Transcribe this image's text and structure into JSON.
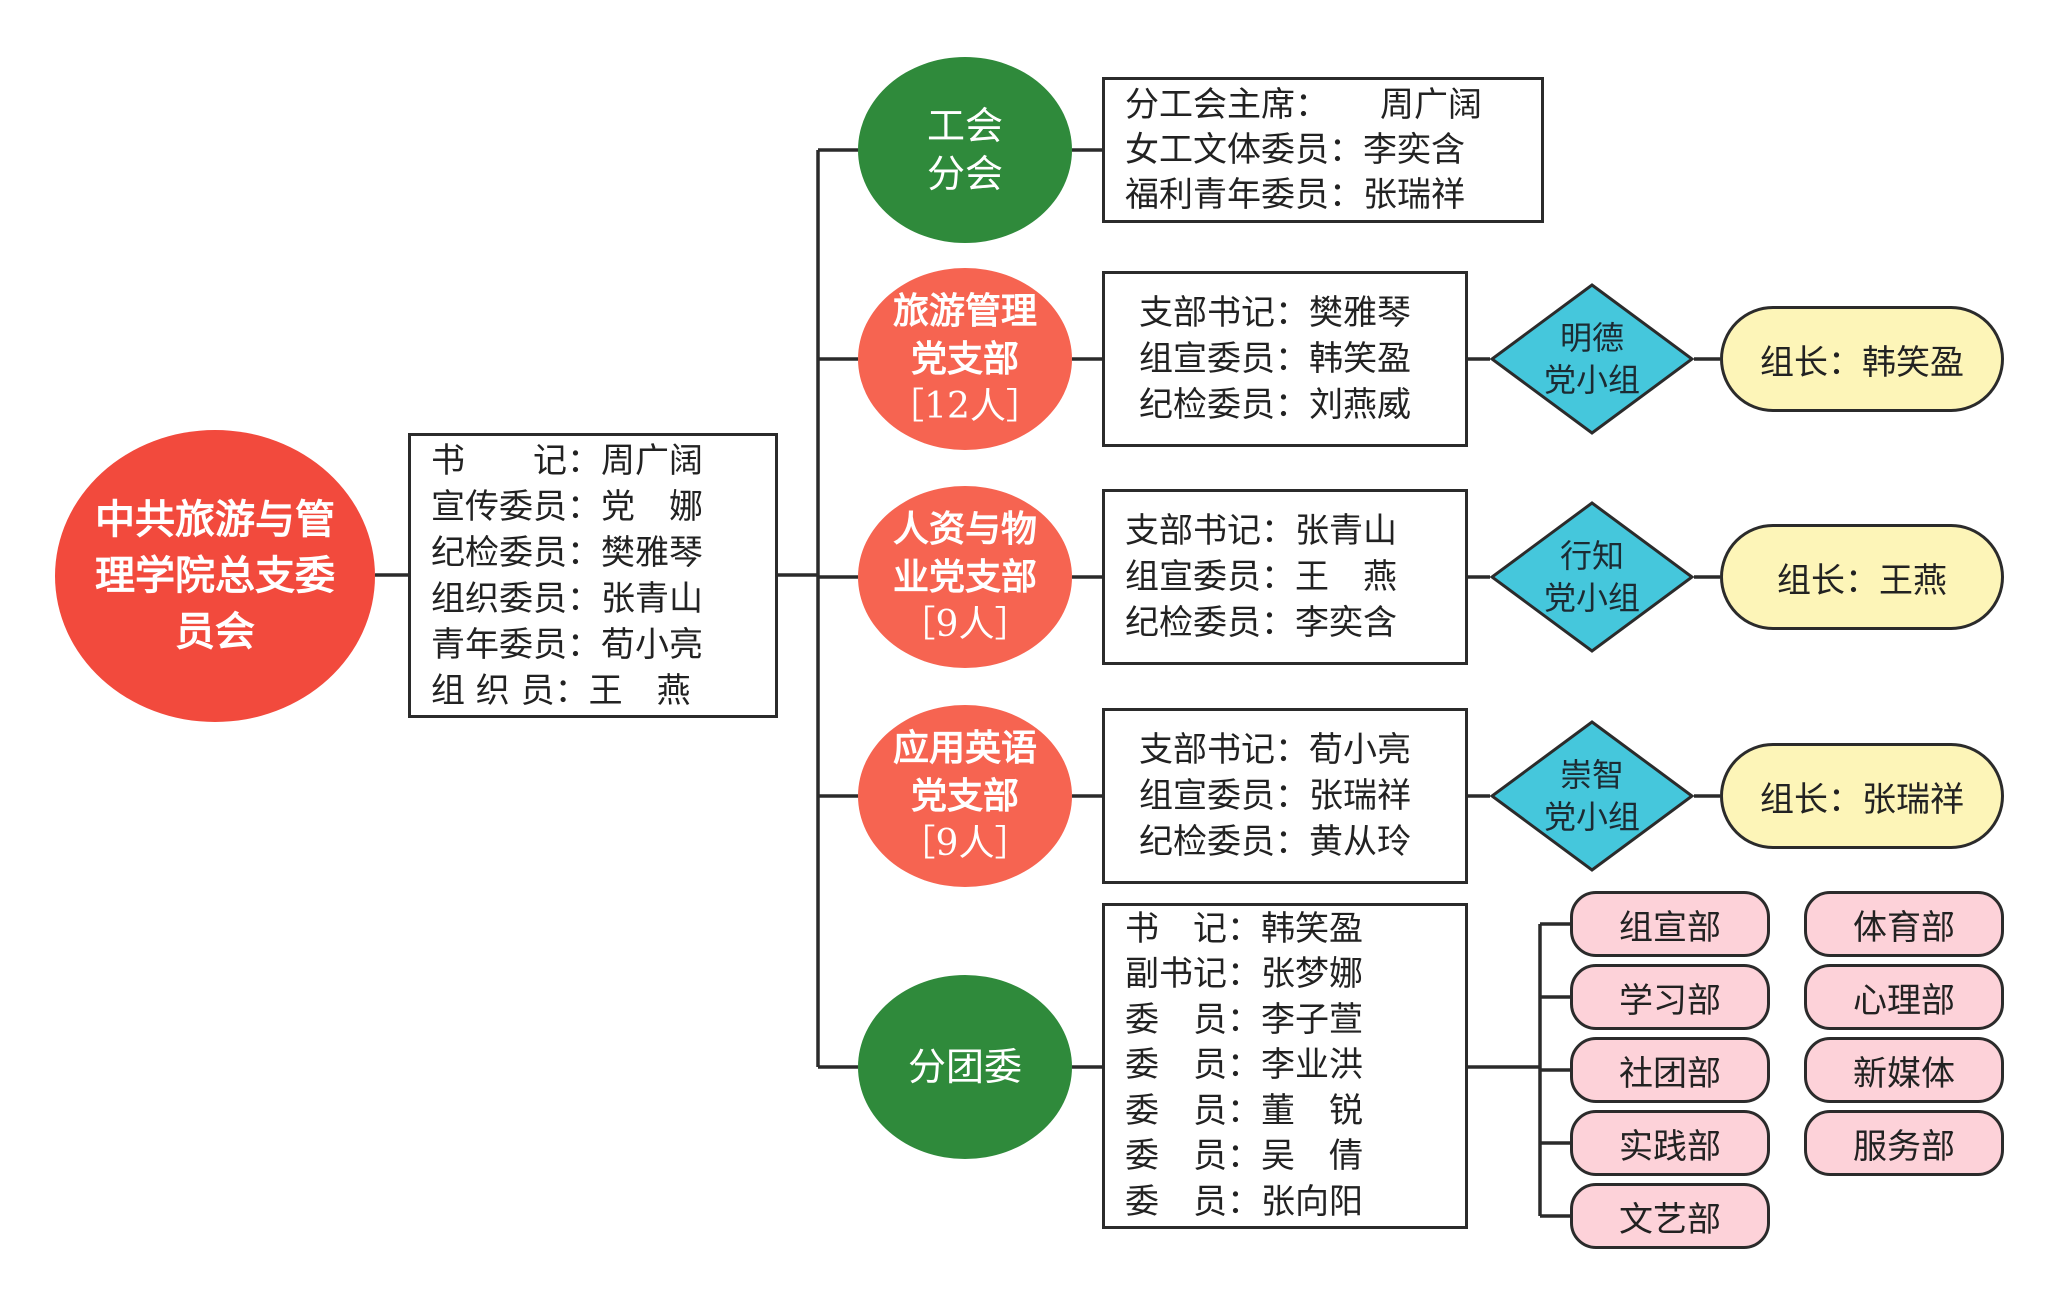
{
  "root": {
    "lines": [
      "中共旅游与管",
      "理学院总支委",
      "员会"
    ],
    "color": "#f24a3d"
  },
  "committee": [
    {
      "label": "书　　记：",
      "name": "周广阔"
    },
    {
      "label": "宣传委员：",
      "name": "党　娜"
    },
    {
      "label": "纪检委员：",
      "name": "樊雅琴"
    },
    {
      "label": "组织委员：",
      "name": "张青山"
    },
    {
      "label": "青年委员：",
      "name": "荀小亮"
    },
    {
      "label": "组 织 员：",
      "name": "王　燕"
    }
  ],
  "union": {
    "lines": [
      "工会",
      "分会"
    ],
    "color": "#2f8a3b",
    "members": [
      {
        "label": "分工会主席：",
        "name": "周广阔"
      },
      {
        "label": "女工文体委员：",
        "name": "李奕含"
      },
      {
        "label": "福利青年委员：",
        "name": "张瑞祥"
      }
    ]
  },
  "branches": [
    {
      "lines": [
        "旅游管理",
        "党支部",
        "［12人］"
      ],
      "color": "#f66451",
      "members": [
        {
          "label": "支部书记：",
          "name": "樊雅琴"
        },
        {
          "label": "组宣委员：",
          "name": "韩笑盈"
        },
        {
          "label": "纪检委员：",
          "name": "刘燕威"
        }
      ],
      "group": {
        "lines": [
          "明德",
          "党小组"
        ]
      },
      "leader": "组长：韩笑盈"
    },
    {
      "lines": [
        "人资与物",
        "业党支部",
        "［9人］"
      ],
      "color": "#f66451",
      "members": [
        {
          "label": "支部书记：",
          "name": "张青山"
        },
        {
          "label": "组宣委员：",
          "name": "王　燕"
        },
        {
          "label": "纪检委员：",
          "name": "李奕含"
        }
      ],
      "group": {
        "lines": [
          "行知",
          "党小组"
        ]
      },
      "leader": "组长：王燕"
    },
    {
      "lines": [
        "应用英语",
        "党支部",
        "［9人］"
      ],
      "color": "#f66451",
      "members": [
        {
          "label": "支部书记：",
          "name": "荀小亮"
        },
        {
          "label": "组宣委员：",
          "name": "张瑞祥"
        },
        {
          "label": "纪检委员：",
          "name": "黄从玲"
        }
      ],
      "group": {
        "lines": [
          "崇智",
          "党小组"
        ]
      },
      "leader": "组长：张瑞祥"
    }
  ],
  "youth": {
    "lines": [
      "分团委"
    ],
    "color": "#2f8a3b",
    "members": [
      {
        "label": "书　记：",
        "name": "韩笑盈"
      },
      {
        "label": "副书记：",
        "name": "张梦娜"
      },
      {
        "label": "委　员：",
        "name": "李子萱"
      },
      {
        "label": "委　员：",
        "name": "李业洪"
      },
      {
        "label": "委　员：",
        "name": "董　锐"
      },
      {
        "label": "委　员：",
        "name": "吴　倩"
      },
      {
        "label": "委　员：",
        "name": "张向阳"
      }
    ],
    "departments_left": [
      "组宣部",
      "学习部",
      "社团部",
      "实践部",
      "文艺部"
    ],
    "departments_right": [
      "体育部",
      "心理部",
      "新媒体",
      "服务部"
    ]
  },
  "colors": {
    "diamond_fill": "#45c7dc",
    "leader_fill": "#fdf5b8",
    "dept_fill": "#fdd2d9",
    "line": "#2b2b2b"
  }
}
